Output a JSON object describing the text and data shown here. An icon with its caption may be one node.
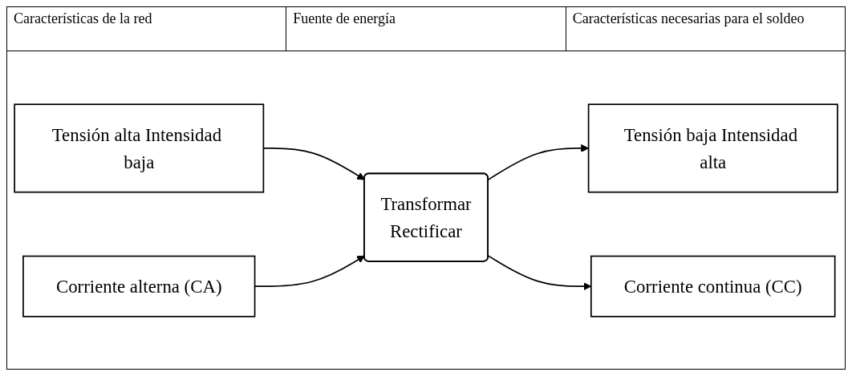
{
  "diagram": {
    "nodes": [
      {
        "text": [
          "Tensión alta Intensidad baja"
        ]
      },
      {
        "text": [
          "Transformar",
          "Rectificar"
        ]
      },
      {
        "text": [
          "Tensión baja Intensidad alta"
        ]
      },
      {
        "text": [
          "Corriente alterna (CA)"
        ]
      },
      {
        "text": [
          "Corriente continua (CC)"
        ]
      }
    ],
    "edges": [
      {
        "from": 0,
        "to": 1,
        "arrow": "to"
      },
      {
        "from": 1,
        "to": 2,
        "arrow": "to"
      },
      {
        "from": 3,
        "to": 1,
        "arrow": "to"
      },
      {
        "from": 1,
        "to": 4,
        "arrow": "to"
      }
    ],
    "labels": [
      "Características de la red",
      "Fuente de energía",
      "Características necesarias para el soldeo"
    ]
  }
}
